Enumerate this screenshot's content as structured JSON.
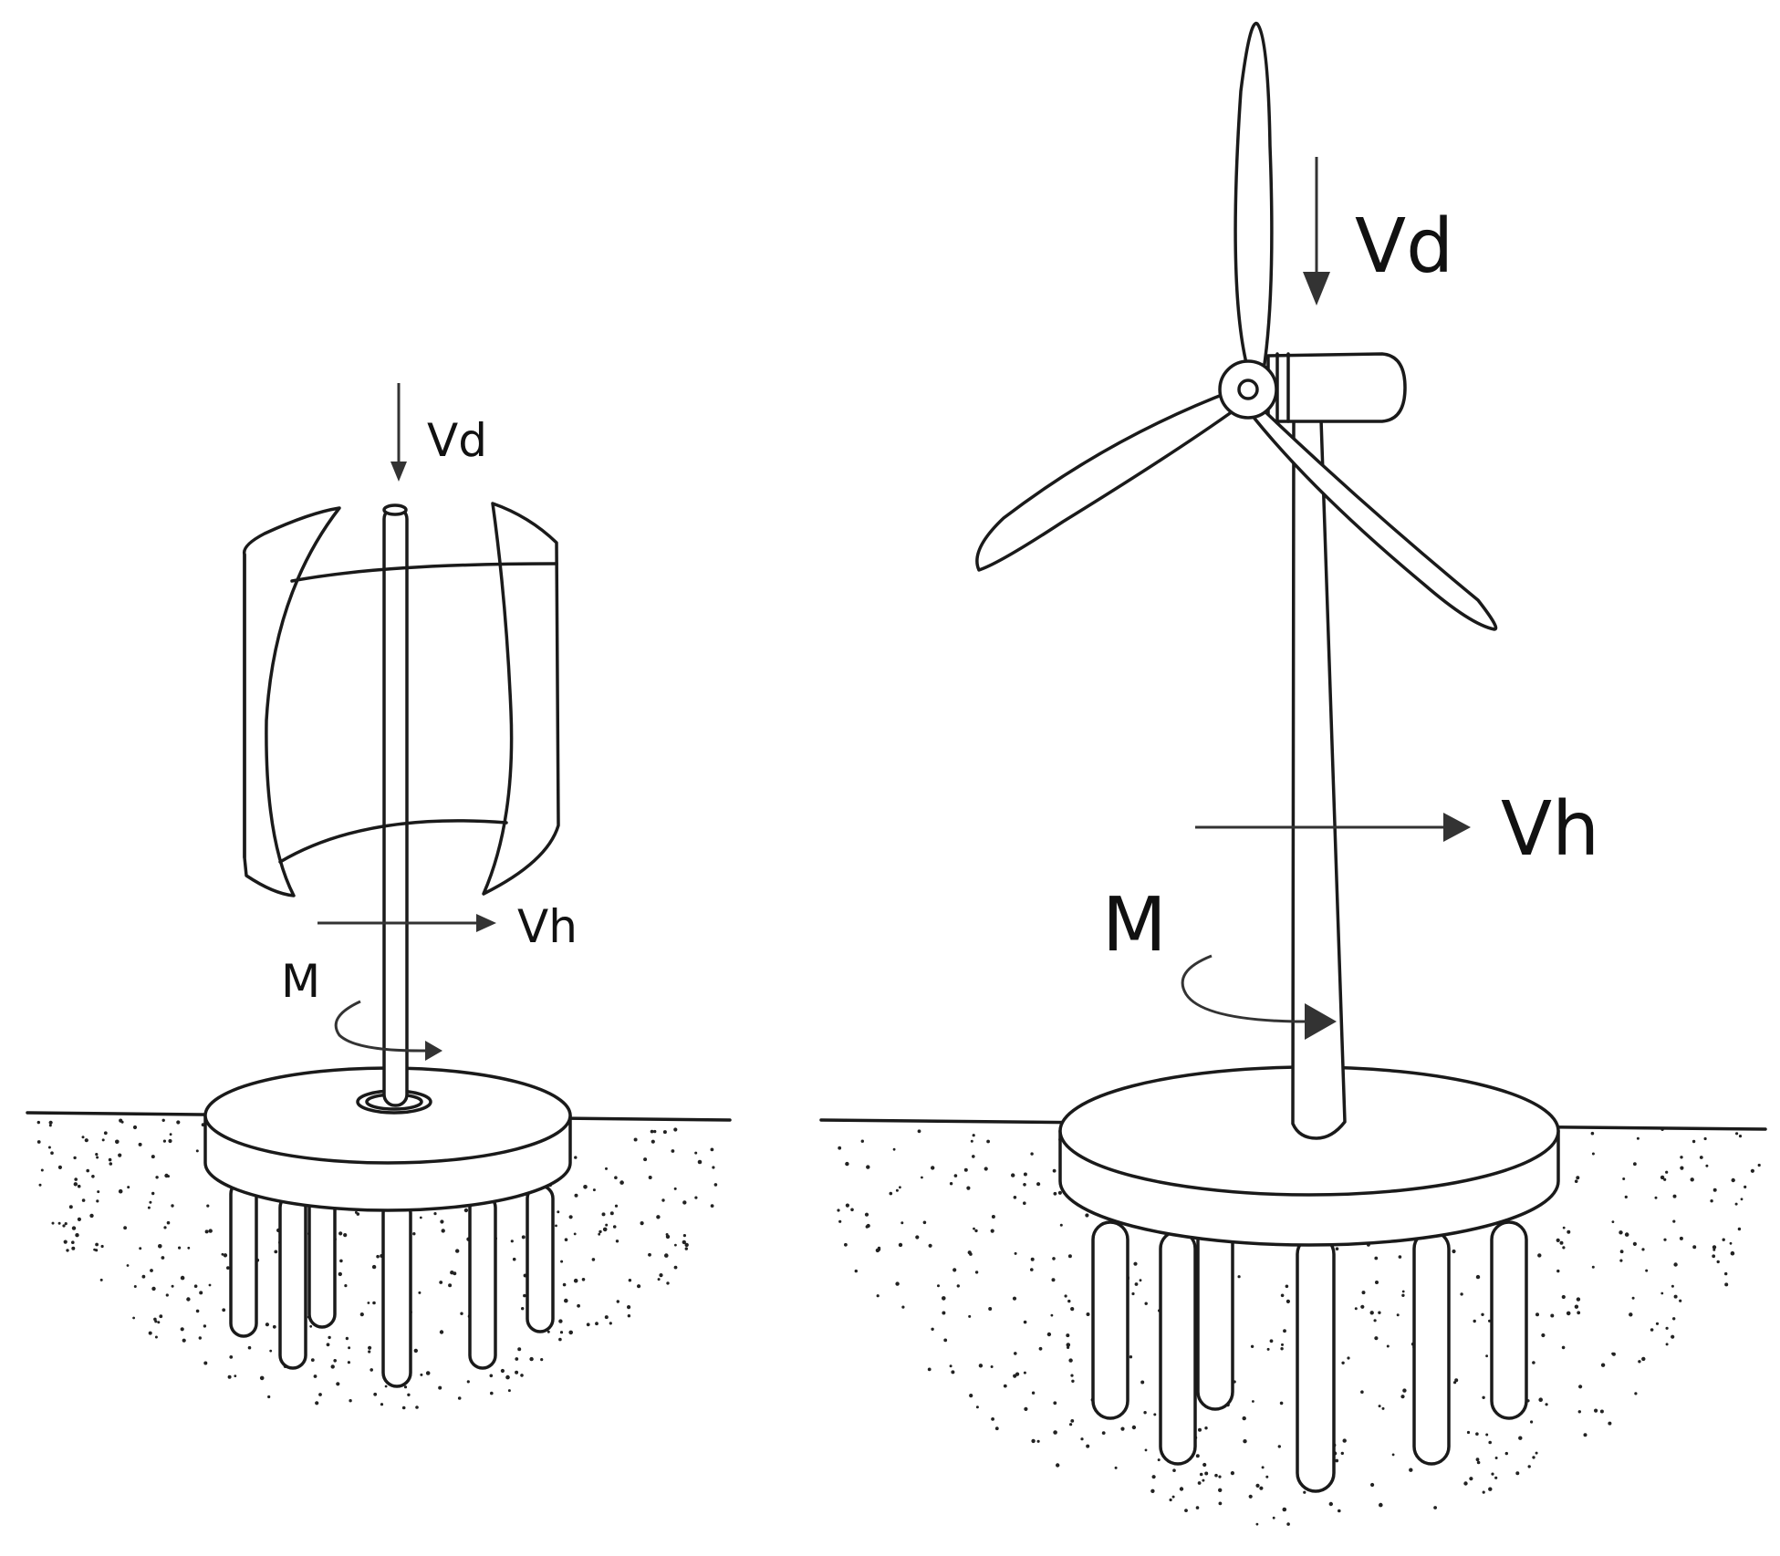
{
  "vertical_axis_turbine": {
    "labels": {
      "vd": "Vd",
      "vh": "Vh",
      "m": "M"
    }
  },
  "horizontal_axis_turbine": {
    "labels": {
      "vd": "Vd",
      "vh": "Vh",
      "m": "M"
    }
  },
  "colors": {
    "line": "#1a1a1a",
    "arrow": "#333333",
    "fill": "#ffffff"
  }
}
